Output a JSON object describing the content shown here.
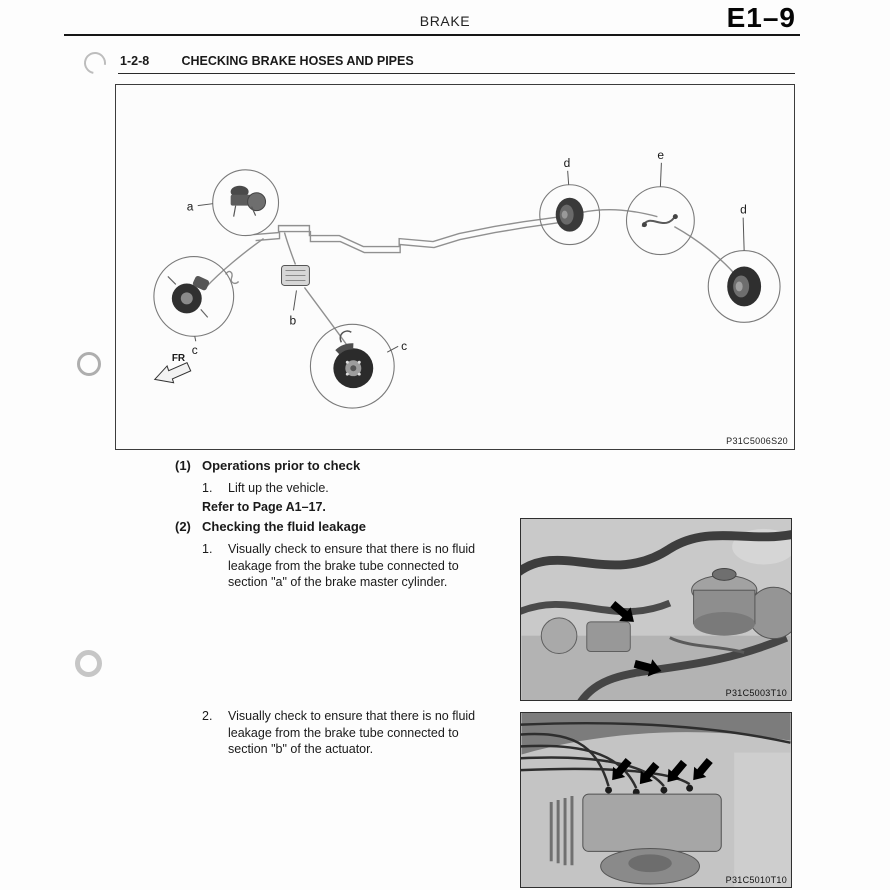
{
  "colors": {
    "paper": "#fdfdfd",
    "ink": "#1a1a1a"
  },
  "header": {
    "title": "BRAKE",
    "page_number": "E1–9"
  },
  "section": {
    "number": "1-2-8",
    "title": "CHECKING BRAKE HOSES AND PIPES"
  },
  "figure": {
    "code": "P31C5006S20",
    "labels": {
      "a": "a",
      "b": "b",
      "c_front": "c",
      "c_mid": "c",
      "d_left": "d",
      "d_right": "d",
      "e": "e",
      "fr": "FR"
    }
  },
  "steps": {
    "s1": {
      "num": "(1)",
      "heading": "Operations prior to check",
      "item1_num": "1.",
      "item1_text": "Lift up the vehicle.",
      "note": "Refer to Page A1–17."
    },
    "s2": {
      "num": "(2)",
      "heading": "Checking the fluid leakage",
      "item1_num": "1.",
      "item1_text": "Visually check to ensure that there is no fluid leakage from the brake tube connected to section \"a\" of the brake master cylinder.",
      "item2_num": "2.",
      "item2_text": "Visually check to ensure that there is no fluid leakage from the brake tube connected to section \"b\" of the actuator."
    }
  },
  "photos": {
    "p1": {
      "code": "P31C5003T10"
    },
    "p2": {
      "code": "P31C5010T10"
    }
  }
}
